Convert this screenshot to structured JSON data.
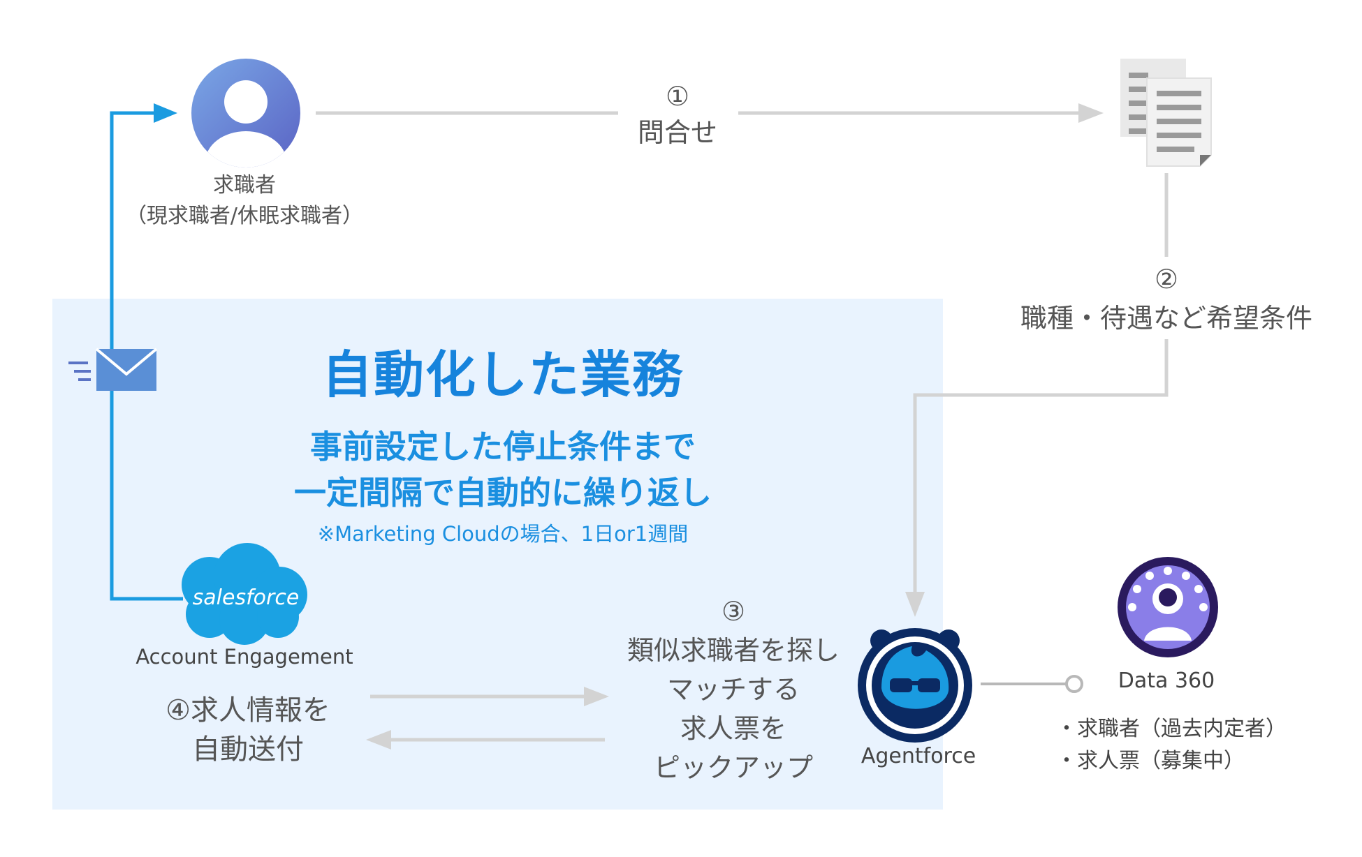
{
  "panel": {
    "title": "自動化した業務",
    "subtitle_line1": "事前設定した停止条件まで",
    "subtitle_line2": "一定間隔で自動的に繰り返し",
    "note": "※Marketing Cloudの場合、1日or1週間"
  },
  "job_seeker": {
    "label_line1": "求職者",
    "label_line2": "（現求職者/休眠求職者）"
  },
  "step1": {
    "number": "①",
    "label": "問合せ"
  },
  "step2": {
    "number": "②",
    "label": "職種・待遇など希望条件"
  },
  "step3": {
    "number": "③",
    "line1": "類似求職者を探し",
    "line2": "マッチする",
    "line3": "求人票を",
    "line4": "ピックアップ"
  },
  "step4": {
    "line1": "④求人情報を",
    "line2": "自動送付"
  },
  "salesforce": {
    "logo_text": "salesforce",
    "label": "Account Engagement"
  },
  "agentforce": {
    "label": "Agentforce"
  },
  "data_cloud": {
    "label": "Data 360",
    "items": [
      "・求職者（過去内定者）",
      "・求人票（募集中）"
    ]
  },
  "colors": {
    "blue_line": "#1a9be0",
    "gray_line": "#d3d3d3",
    "panel_bg": "#e9f3fe",
    "title_blue": "#1683dc",
    "agentforce_navy": "#0b2a63",
    "data_cloud_purple": "#6b5bd6"
  }
}
